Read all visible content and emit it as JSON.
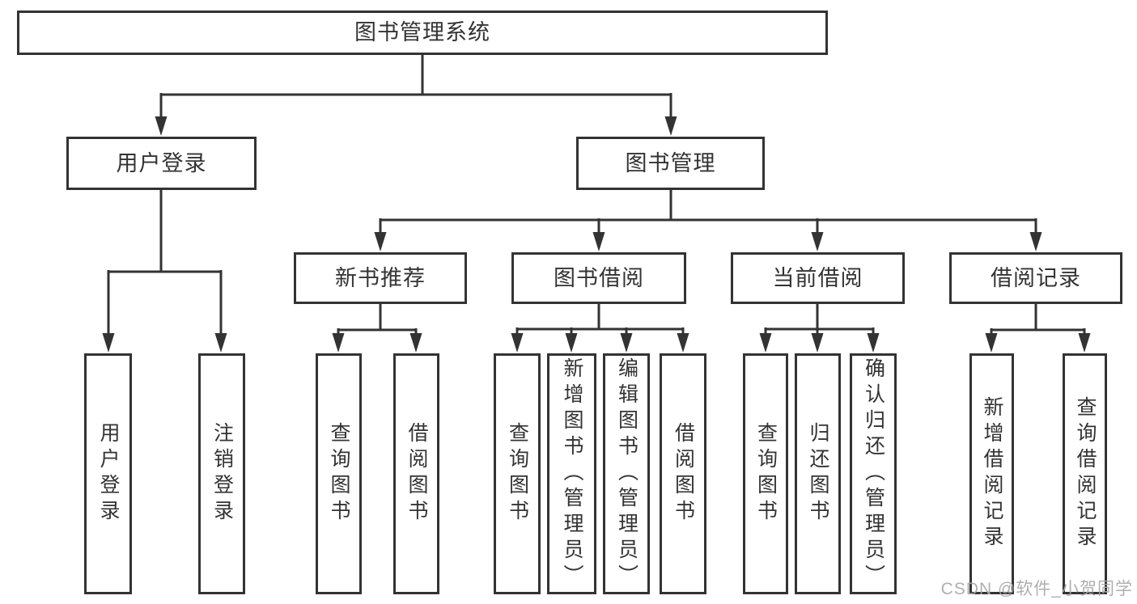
{
  "diagram": {
    "root": {
      "label": "图书管理系统"
    },
    "level2": [
      {
        "label": "用户登录"
      },
      {
        "label": "图书管理"
      }
    ],
    "level3": [
      {
        "label": "新书推荐",
        "parent": "图书管理"
      },
      {
        "label": "图书借阅",
        "parent": "图书管理"
      },
      {
        "label": "当前借阅",
        "parent": "图书管理"
      },
      {
        "label": "借阅记录",
        "parent": "图书管理"
      }
    ],
    "leaves": [
      {
        "label": "用户登录",
        "parent": "用户登录"
      },
      {
        "label": "注销登录",
        "parent": "用户登录"
      },
      {
        "label": "查询图书",
        "parent": "新书推荐"
      },
      {
        "label": "借阅图书",
        "parent": "新书推荐"
      },
      {
        "label": "查询图书",
        "parent": "图书借阅"
      },
      {
        "label": "新增图书（管理员）",
        "parent": "图书借阅"
      },
      {
        "label": "编辑图书（管理员）",
        "parent": "图书借阅"
      },
      {
        "label": "借阅图书",
        "parent": "图书借阅"
      },
      {
        "label": "查询图书",
        "parent": "当前借阅"
      },
      {
        "label": "归还图书",
        "parent": "当前借阅"
      },
      {
        "label": "确认归还（管理员）",
        "parent": "当前借阅"
      },
      {
        "label": "新增借阅记录",
        "parent": "借阅记录"
      },
      {
        "label": "查询借阅记录",
        "parent": "借阅记录"
      }
    ]
  },
  "watermark": {
    "text": "CSDN @软件_小贺同学"
  },
  "colors": {
    "line": "#333333",
    "box_border": "#333333",
    "text": "#333333",
    "background": "#ffffff",
    "watermark": "#a8a8a8"
  }
}
